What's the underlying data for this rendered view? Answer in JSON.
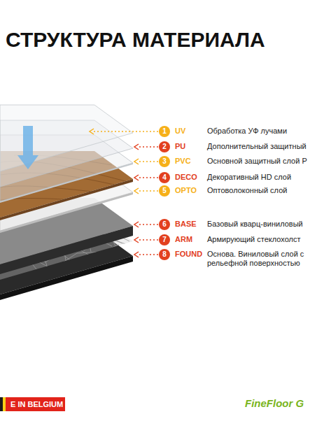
{
  "diagram": {
    "title": "СТРУКТУРА МАТЕРИАЛА",
    "nodes": [
      {
        "text": [
          "1"
        ]
      },
      {
        "text": [
          "2"
        ]
      },
      {
        "text": [
          "3"
        ]
      },
      {
        "text": [
          "4"
        ]
      },
      {
        "text": [
          "5"
        ]
      },
      {
        "text": [
          "6"
        ]
      },
      {
        "text": [
          "7"
        ]
      },
      {
        "text": [
          "8"
        ]
      }
    ],
    "labels": [
      "UV",
      "Обработка УФ лучами",
      "PU",
      "Дополнительный защитный",
      "PVC",
      "Основной защитный слой P",
      "DECO",
      "Декоративный HD слой",
      "OPTO",
      "Оптоволоконный слой",
      "BASE",
      "Базовый кварц-виниловый",
      "ARM",
      "Армирующий стеклохолст",
      "FOUND",
      "Основа. Виниловый слой с рельефной поверхностью",
      "E IN BELGIUM",
      "FineFloor G"
    ]
  }
}
